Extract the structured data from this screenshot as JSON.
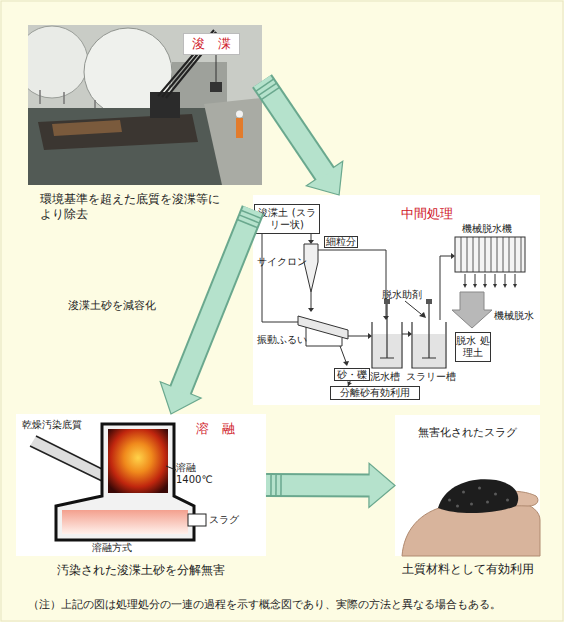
{
  "diagram": {
    "caption": "（注）上記の図は処理処分の一連の過程を示す概念図であり、実際の方法と異なる場合もある。",
    "nodes": [
      {
        "text": [
          "浚　渫",
          "環境基準を超えた底質を浚渫等により除去"
        ]
      },
      {
        "text": [
          "中間処理"
        ]
      },
      {
        "text": [
          "浚渫土 (スラリー状)"
        ],
        "in": 1
      },
      {
        "text": [
          "細粒分"
        ],
        "in": 1
      },
      {
        "text": [
          "砂・礫"
        ],
        "in": 1
      },
      {
        "text": [
          "分離砂有効利用"
        ],
        "in": 1
      },
      {
        "text": [
          "脱水 処理土"
        ],
        "in": 1
      },
      {
        "text": [
          "溶　融",
          "汚染された浚渫土砂を分解無害"
        ]
      },
      {
        "text": [
          "無害化されたスラグ",
          "土質材料として有効利用"
        ]
      }
    ],
    "edges": [
      {
        "from": 0,
        "to": 1,
        "arrow": "to"
      },
      {
        "from": 1,
        "to": 7,
        "label": "浚渫土砂を減容化",
        "arrow": "to"
      },
      {
        "from": 7,
        "to": 8,
        "arrow": "to"
      },
      {
        "from": 4,
        "to": 5,
        "arrow": "to"
      }
    ],
    "labels": [
      "サイクロン",
      "振動ふるい",
      "泥水槽",
      "スラリー槽",
      "脱水助剤",
      "機械脱水機",
      "機械脱水",
      "乾燥汚染底質",
      "溶融 1400℃",
      "スラグ",
      "溶融方式"
    ]
  }
}
